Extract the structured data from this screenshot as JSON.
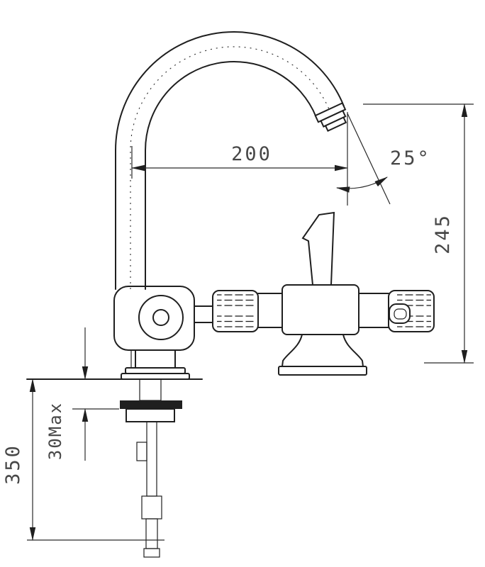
{
  "drawing": {
    "dimensions": {
      "spout_reach": "200",
      "spout_angle": "25°",
      "outlet_height": "245",
      "supply_length": "350",
      "max_deck_thickness": "30Max"
    },
    "colors": {
      "line": "#1f1f1f",
      "text": "#474747",
      "background": "#ffffff"
    }
  }
}
